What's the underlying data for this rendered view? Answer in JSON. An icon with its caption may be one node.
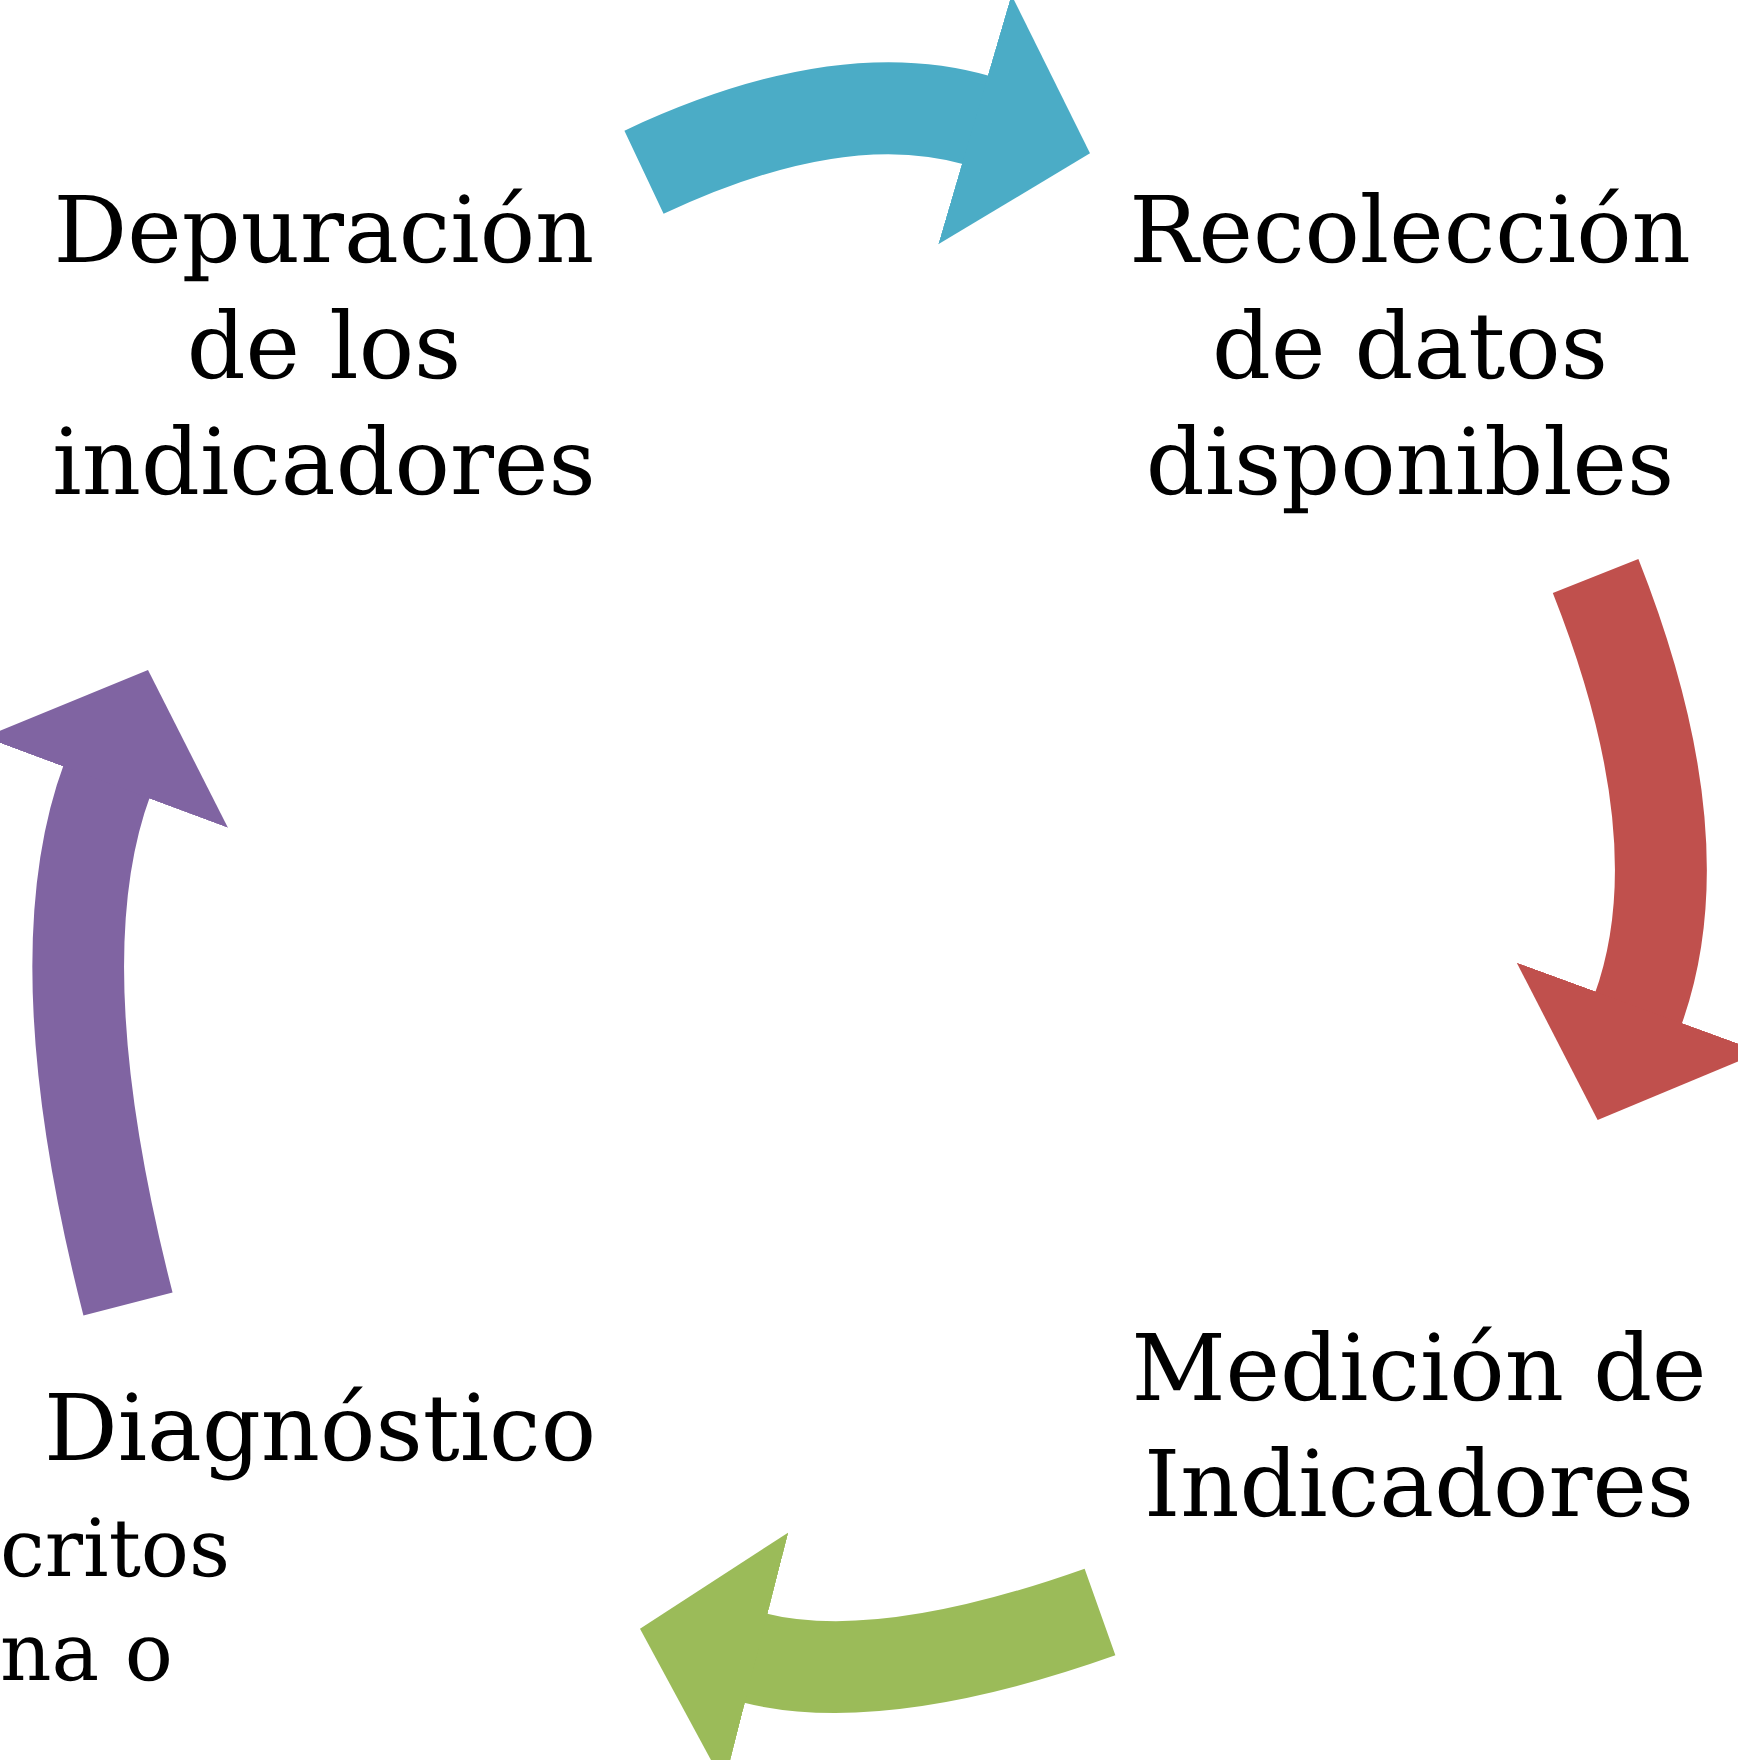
{
  "diagram": {
    "nodes": [
      {
        "text": [
          "Depuración de los indicadores"
        ]
      },
      {
        "text": [
          "Recolección de datos disponibles"
        ]
      },
      {
        "text": [
          "Medición de Indicadores"
        ]
      },
      {
        "text": [
          "Diagnóstico",
          "critos na o"
        ]
      }
    ],
    "edges": [
      {
        "from": 0,
        "to": 1,
        "arrow": "to",
        "color": "#4bacc6"
      },
      {
        "from": 1,
        "to": 2,
        "arrow": "to",
        "color": "#c0504d"
      },
      {
        "from": 2,
        "to": 3,
        "arrow": "to",
        "color": "#9bbb59"
      },
      {
        "from": 3,
        "to": 0,
        "arrow": "to",
        "color": "#8064a2"
      }
    ]
  }
}
